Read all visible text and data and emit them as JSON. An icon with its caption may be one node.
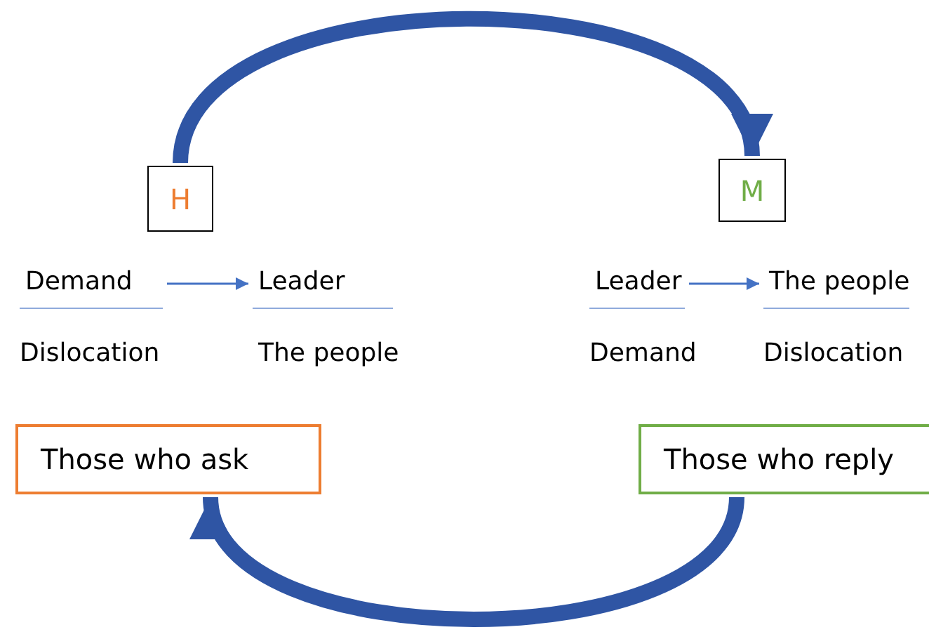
{
  "diagram": {
    "nodes": [
      {
        "text": [
          "H"
        ]
      },
      {
        "text": [
          "Demand"
        ]
      },
      {
        "text": [
          "Dislocation"
        ]
      },
      {
        "text": [
          "Leader"
        ]
      },
      {
        "text": [
          "The people"
        ]
      },
      {
        "text": [
          "Those who ask"
        ]
      },
      {
        "text": [
          "M"
        ]
      },
      {
        "text": [
          "Leader"
        ]
      },
      {
        "text": [
          "Demand"
        ]
      },
      {
        "text": [
          "The people"
        ]
      },
      {
        "text": [
          "Dislocation"
        ]
      },
      {
        "text": [
          "Those who reply"
        ]
      }
    ],
    "edges": [
      {
        "from": 0,
        "to": 6,
        "arrow": "to",
        "style": "thick",
        "color": "#2f55a4"
      },
      {
        "from": 1,
        "to": 3,
        "arrow": "to"
      },
      {
        "from": 7,
        "to": 9,
        "arrow": "to"
      },
      {
        "from": 11,
        "to": 5,
        "arrow": "to",
        "style": "thick",
        "color": "#2f55a4"
      }
    ]
  }
}
